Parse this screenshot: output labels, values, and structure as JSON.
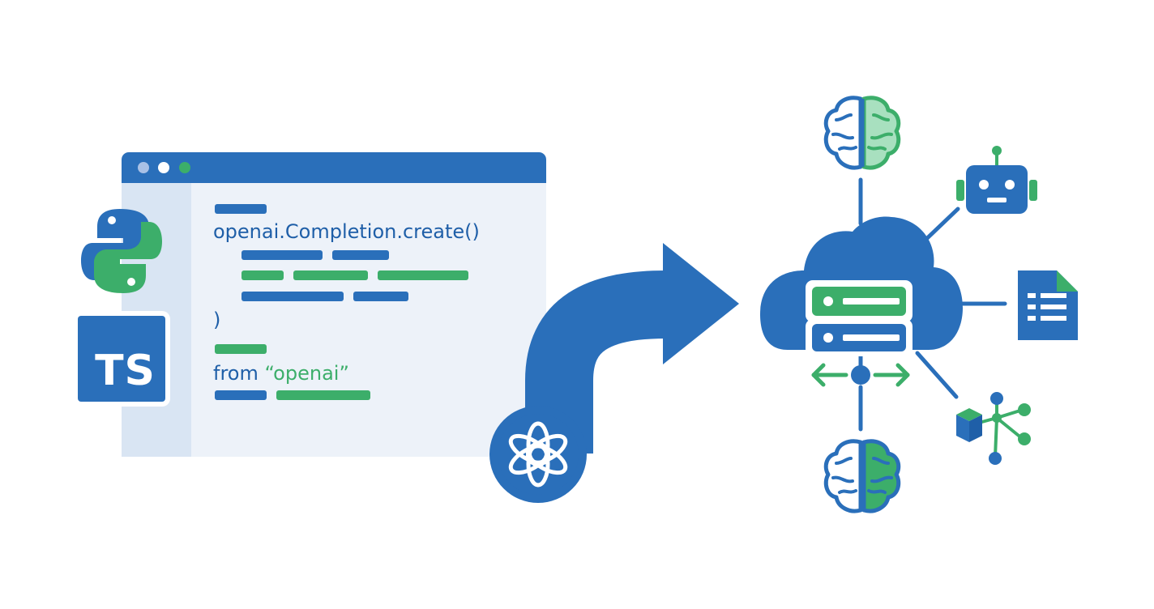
{
  "colors": {
    "blue": "#2a6fba",
    "green": "#3cae6a",
    "panel": "#edf2f9",
    "gutter": "#d9e5f3",
    "white": "#ffffff"
  },
  "editor": {
    "window_dots": [
      "#a9c1e6",
      "#ffffff",
      "#3cae6a"
    ],
    "code_line_call": "openai.Completion.create()",
    "code_line_close": ")",
    "code_line_import_prefix": "from ",
    "code_line_import_string": "“openai”"
  },
  "languages": {
    "python": "python-logo-icon",
    "typescript_label": "TS"
  },
  "icons": {
    "arrow": "curved-arrow-icon",
    "openai": "openai-logo-icon",
    "cloud": "cloud-server-icon",
    "brain_top": "brain-icon",
    "robot": "robot-icon",
    "document": "document-icon",
    "network": "network-nodes-icon",
    "brain_bottom": "brain-icon"
  }
}
